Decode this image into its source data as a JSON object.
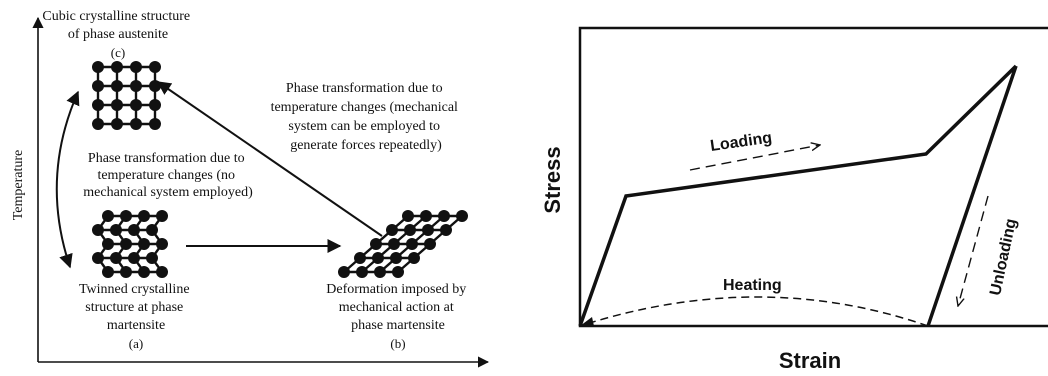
{
  "left_panel": {
    "y_axis_label": "Temperature",
    "top_caption": [
      "Cubic crystalline structure",
      "of phase austenite"
    ],
    "label_c": "(c)",
    "label_a": "(a)",
    "label_b": "(b)",
    "left_transformation_text": [
      "Phase transformation due to",
      "temperature changes (no",
      "mechanical system employed)"
    ],
    "right_transformation_text": [
      "Phase transformation due to",
      "temperature changes (mechanical",
      "system can be employed to",
      "generate forces repeatedly)"
    ],
    "twinned_caption": [
      "Twinned crystalline",
      "structure at phase",
      "martensite"
    ],
    "deformation_caption": [
      "Deformation imposed by",
      "mechanical action at",
      "phase martensite"
    ]
  },
  "right_panel": {
    "y_axis_label": "Stress",
    "x_axis_label": "Strain",
    "loading_label": "Loading",
    "unloading_label": "Unloading",
    "heating_label": "Heating"
  }
}
